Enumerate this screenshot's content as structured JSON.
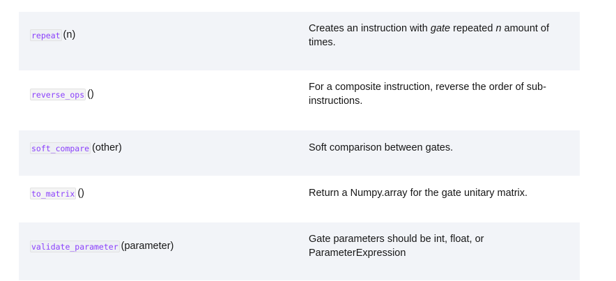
{
  "methods": [
    {
      "name": "repeat",
      "args": "(n)",
      "description": {
        "before_gate": "Creates an instruction with ",
        "gate_word": "gate",
        "between": " repeated ",
        "n_word": "n",
        "after": " amount of times."
      }
    },
    {
      "name": "reverse_ops",
      "args": "()",
      "description": "For a composite instruction, reverse the order of sub-instructions."
    },
    {
      "name": "soft_compare",
      "args": "(other)",
      "description": "Soft comparison between gates."
    },
    {
      "name": "to_matrix",
      "args": "()",
      "description": "Return a Numpy.array for the gate unitary matrix."
    },
    {
      "name": "validate_parameter",
      "args": "(parameter)",
      "description": "Gate parameters should be int, float, or ParameterExpression"
    }
  ],
  "colors": {
    "code_text": "#8a3ffc",
    "row_shaded": "#f2f4f8",
    "body_text": "#161616"
  }
}
